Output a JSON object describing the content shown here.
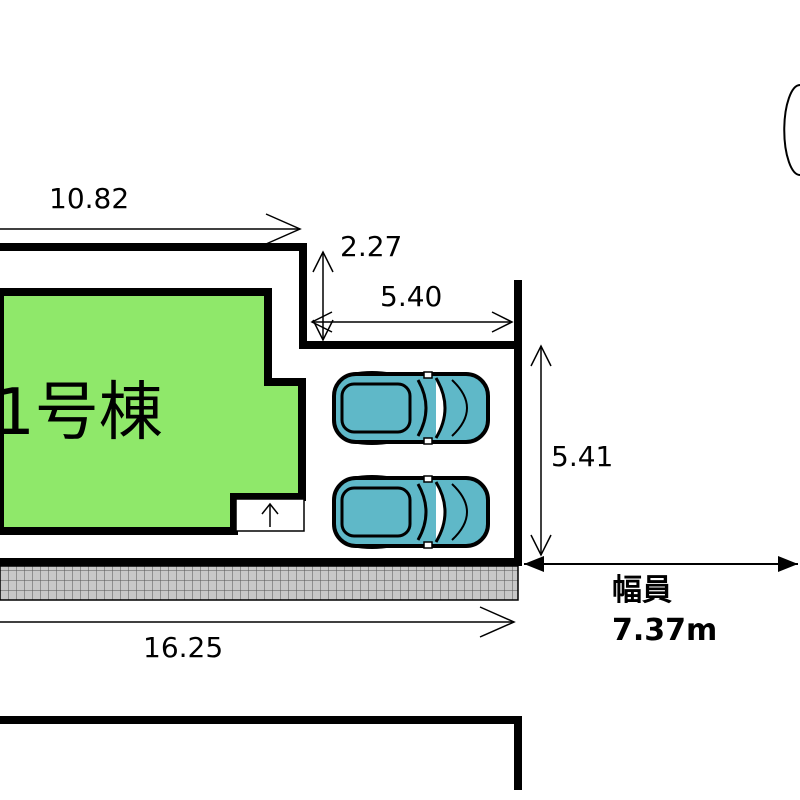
{
  "colors": {
    "building_fill": "#8fe86a",
    "car_body": "#5fb8c8",
    "sidewalk_fill": "#c8c8c8",
    "line": "#000000",
    "background": "#ffffff"
  },
  "building": {
    "label": "1号棟"
  },
  "dimensions": {
    "top_width": "10.82",
    "offset": "2.27",
    "parking_width": "5.40",
    "parking_depth": "5.41",
    "frontage": "16.25"
  },
  "road": {
    "label": "幅員",
    "width": "7.37m"
  },
  "parking": {
    "car_count": 2
  },
  "icons": [
    "car-icon",
    "north-compass-icon",
    "up-arrow-icon"
  ]
}
